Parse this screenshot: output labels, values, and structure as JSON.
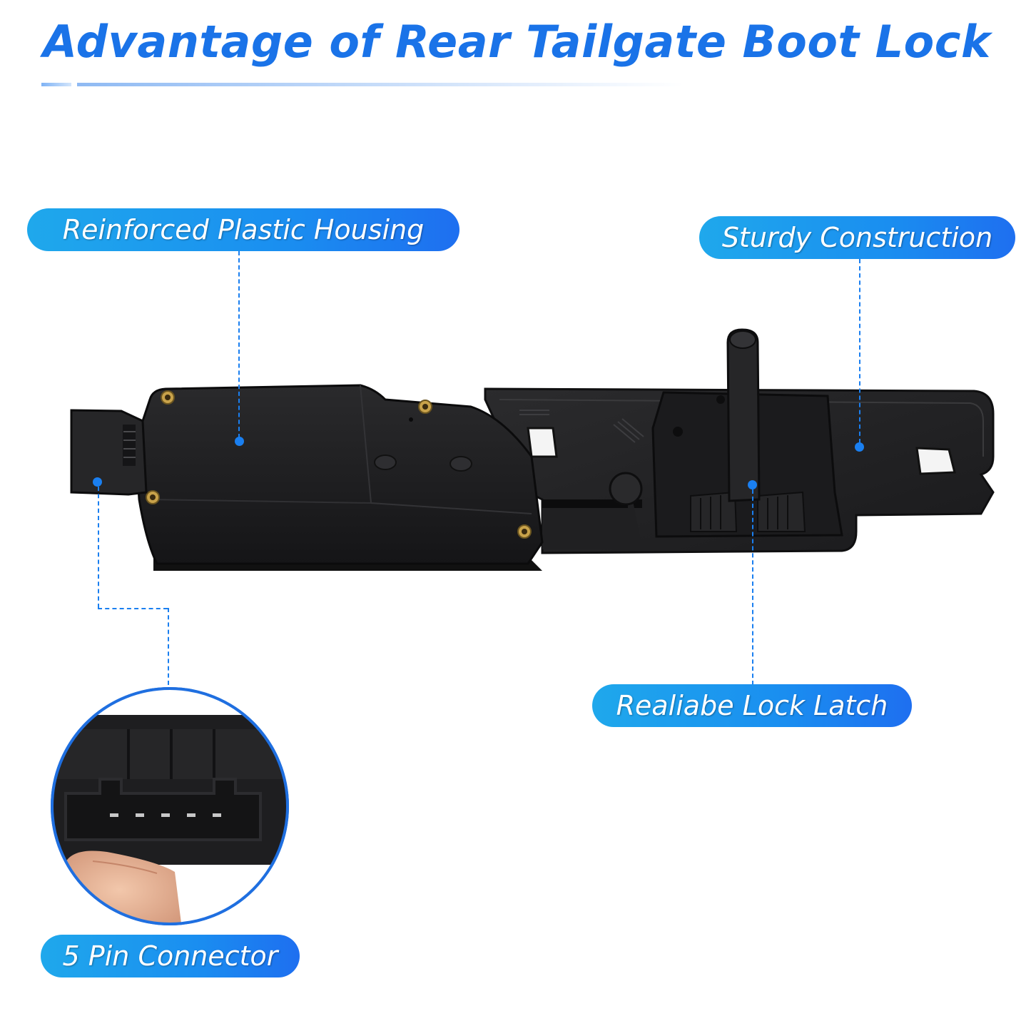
{
  "title": "Advantage of Rear Tailgate Boot Lock",
  "callouts": {
    "housing": "Reinforced Plastic Housing",
    "construction": "Sturdy Construction",
    "latch": "Realiabe Lock Latch",
    "connector": "5 Pin Connector"
  },
  "colors": {
    "accent": "#1a73e8",
    "pill": "#1a8ef0",
    "product": "#1c1c1e"
  }
}
